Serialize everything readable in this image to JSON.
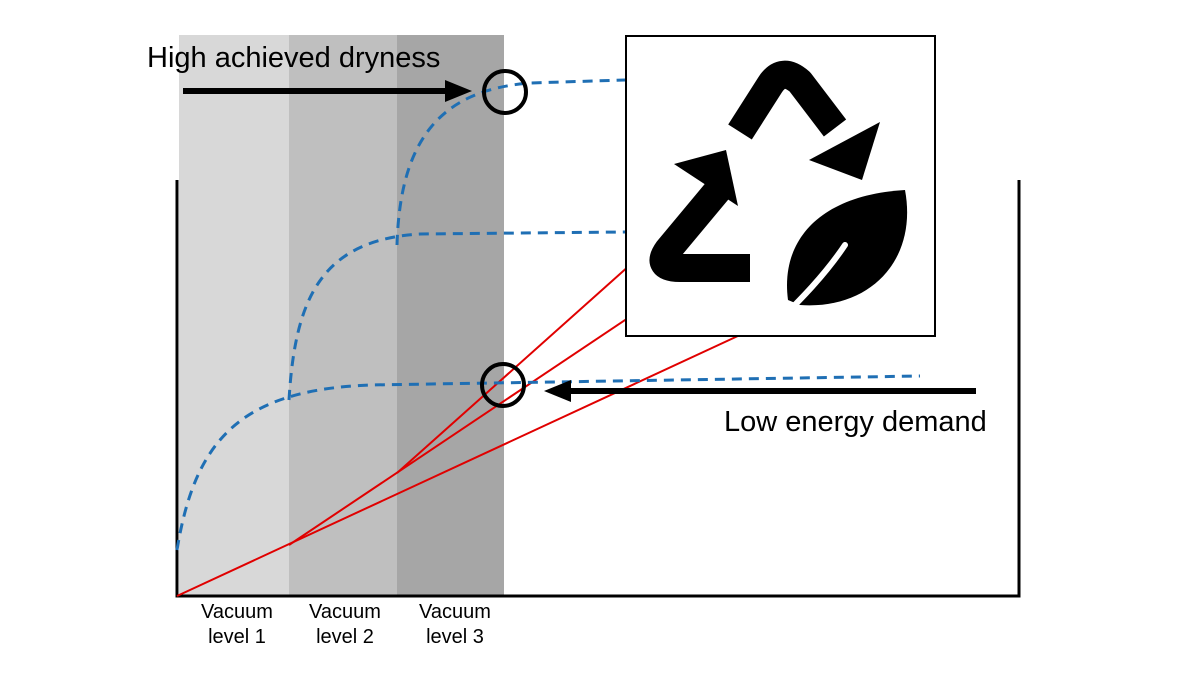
{
  "annotations": {
    "high_dryness": "High achieved dryness",
    "low_energy": "Low energy demand"
  },
  "zones": [
    {
      "line1": "Vacuum",
      "line2": "level 1",
      "shade": "#d8d8d8"
    },
    {
      "line1": "Vacuum",
      "line2": "level 2",
      "shade": "#bfbfbf"
    },
    {
      "line1": "Vacuum",
      "line2": "level 3",
      "shade": "#a6a6a6"
    }
  ],
  "curves": {
    "dryness_color": "#1f6fb4",
    "energy_color": "#e00000"
  },
  "icon": {
    "name": "recycle-leaf-icon"
  }
}
